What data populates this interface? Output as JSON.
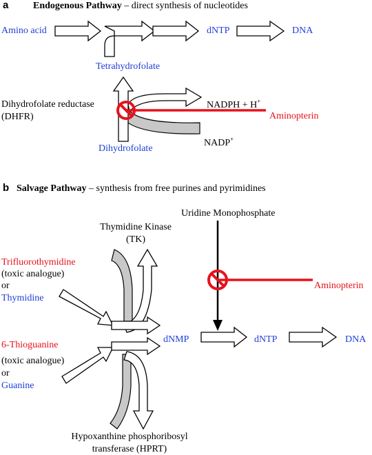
{
  "panel_a": {
    "letter": "a",
    "title_bold": "Endogenous Pathway",
    "title_rest": " – direct synthesis of nucleotides",
    "amino_acid": "Amino acid",
    "dntp": "dNTP",
    "dna": "DNA",
    "tetrahydrofolate": "Tetrahydrofolate",
    "dhfr_line1": "Dihydrofolate reductase",
    "dhfr_line2": "(DHFR)",
    "nadph": "NADPH + H",
    "nadph_sup": "+",
    "aminopterin": "Aminopterin",
    "nadp": "NADP",
    "nadp_sup": "+",
    "dihydrofolate": "Dihydrofolate"
  },
  "panel_b": {
    "letter": "b",
    "title_bold": "Salvage Pathway",
    "title_rest": " – synthesis from free purines and pyrimidines",
    "ump": "Uridine Monophosphate",
    "tk_line1": "Thymidine Kinase",
    "tk_line2": "(TK)",
    "trifluoro": "Trifluorothymidine",
    "toxic1": "(toxic analogue)",
    "or1": "or",
    "thymidine": "Thymidine",
    "aminopterin": "Aminopterin",
    "dnmp": "dNMP",
    "dntp": "dNTP",
    "dna": "DNA",
    "thioguanine": "6-Thioguanine",
    "toxic2": "(toxic analogue)",
    "or2": "or",
    "guanine": "Guanine",
    "hprt_line1": "Hypoxanthine phosphoribosyl",
    "hprt_line2": "transferase (HPRT)"
  },
  "colors": {
    "metabolite_blue": "#1f3fd6",
    "inhibitor_red": "#e8111b",
    "cofactor_grey": "#c8c8c8"
  }
}
